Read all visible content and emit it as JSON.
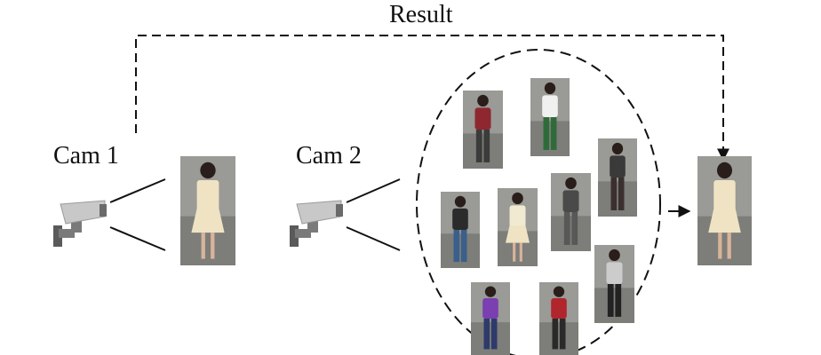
{
  "labels": {
    "result": "Result",
    "cam1": "Cam 1",
    "cam2": "Cam 2"
  },
  "icons": {
    "camera": "surveillance-camera-icon",
    "person": "pedestrian-photo"
  },
  "colors": {
    "line": "#111111",
    "camera_body": "#c8c8c8",
    "camera_dark": "#5a5a5a",
    "query_dress": "#efe3c4",
    "gallery_tops": [
      "#8e2730",
      "#f0f0f0",
      "#3a3a3a",
      "#2b2b2b",
      "#f1ead2",
      "#4a4a4a",
      "#cccccc",
      "#7a3fb0",
      "#b0262c"
    ],
    "gallery_bottoms": [
      "#3b3b3b",
      "#2f6b3a",
      "#3a3030",
      "#3b5f8a",
      "#efe3c4",
      "#585858",
      "#222222",
      "#2e3a6a",
      "#2a2a2a"
    ]
  }
}
